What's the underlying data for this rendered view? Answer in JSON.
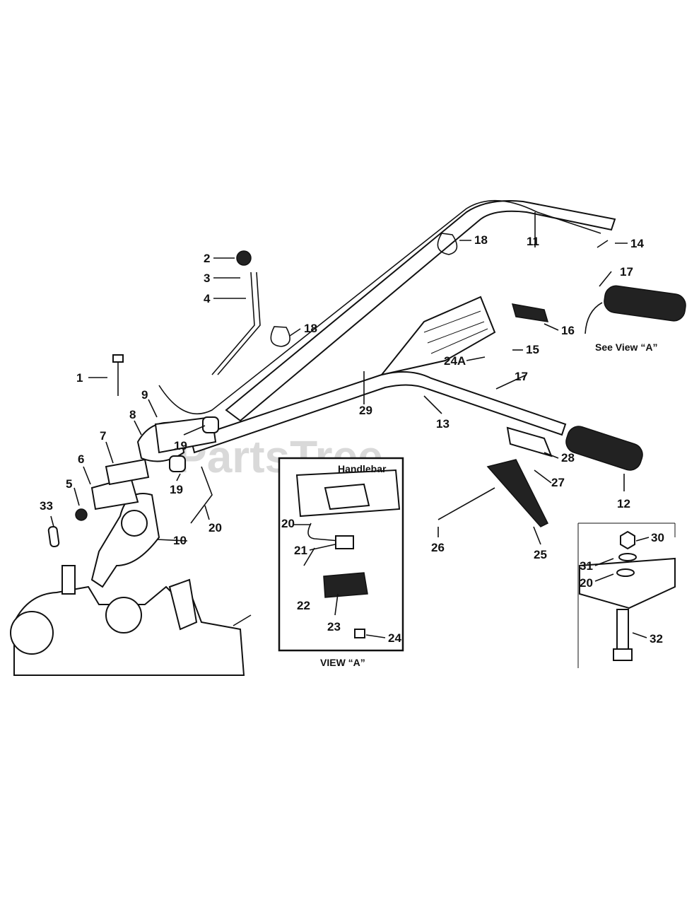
{
  "watermark": "PartsTree",
  "callouts": {
    "c1": "1",
    "c2": "2",
    "c3": "3",
    "c4": "4",
    "c5": "5",
    "c6": "6",
    "c7": "7",
    "c8": "8",
    "c9": "9",
    "c10": "10",
    "c11": "11",
    "c12": "12",
    "c13": "13",
    "c14": "14",
    "c15": "15",
    "c16": "16",
    "c17a": "17",
    "c17b": "17",
    "c18a": "18",
    "c18b": "18",
    "c19a": "19",
    "c19b": "19",
    "c20a": "20",
    "c20b": "20",
    "c20c": "20",
    "c21": "21",
    "c22": "22",
    "c23": "23",
    "c24": "24",
    "c24a": "24A",
    "c25": "25",
    "c26": "26",
    "c27": "27",
    "c28": "28",
    "c29": "29",
    "c30": "30",
    "c31": "31",
    "c32": "32",
    "c33": "33"
  },
  "inset": {
    "handlebar_label": "Handlebar",
    "view_label": "VIEW “A”"
  },
  "see_view": "See View “A”"
}
